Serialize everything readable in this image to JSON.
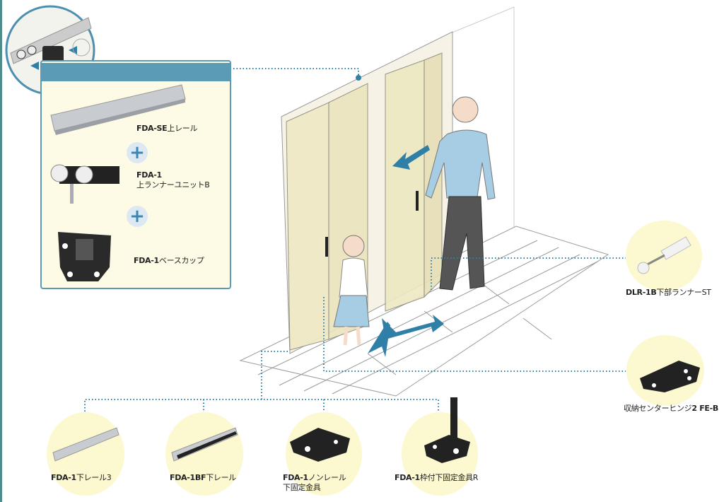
{
  "top_panel": {
    "items": [
      {
        "code": "FDA-SE",
        "name": "上レール"
      },
      {
        "code": "FDA-1",
        "name": "上ランナーユニットB"
      },
      {
        "code": "FDA-1",
        "name": "ベースカップ"
      }
    ],
    "plus_symbol": "+"
  },
  "right_parts": [
    {
      "code": "DLR-1B",
      "name": "下部ランナーST"
    },
    {
      "name": "収納センターヒンジ",
      "code": "2 FE-B"
    }
  ],
  "bottom_parts": [
    {
      "code": "FDA-1",
      "name": "下レール3"
    },
    {
      "code": "FDA-1BF",
      "name": "下レール"
    },
    {
      "code": "FDA-1",
      "name": "ノンレール",
      "name2": "下固定金具"
    },
    {
      "code": "FDA-1",
      "name": "枠付下固定金具R"
    }
  ],
  "colors": {
    "accent": "#5b9bb6",
    "panel_bg": "#fdfbe6",
    "blob": "#fcf8cf",
    "arrow": "#2f7fa6"
  }
}
